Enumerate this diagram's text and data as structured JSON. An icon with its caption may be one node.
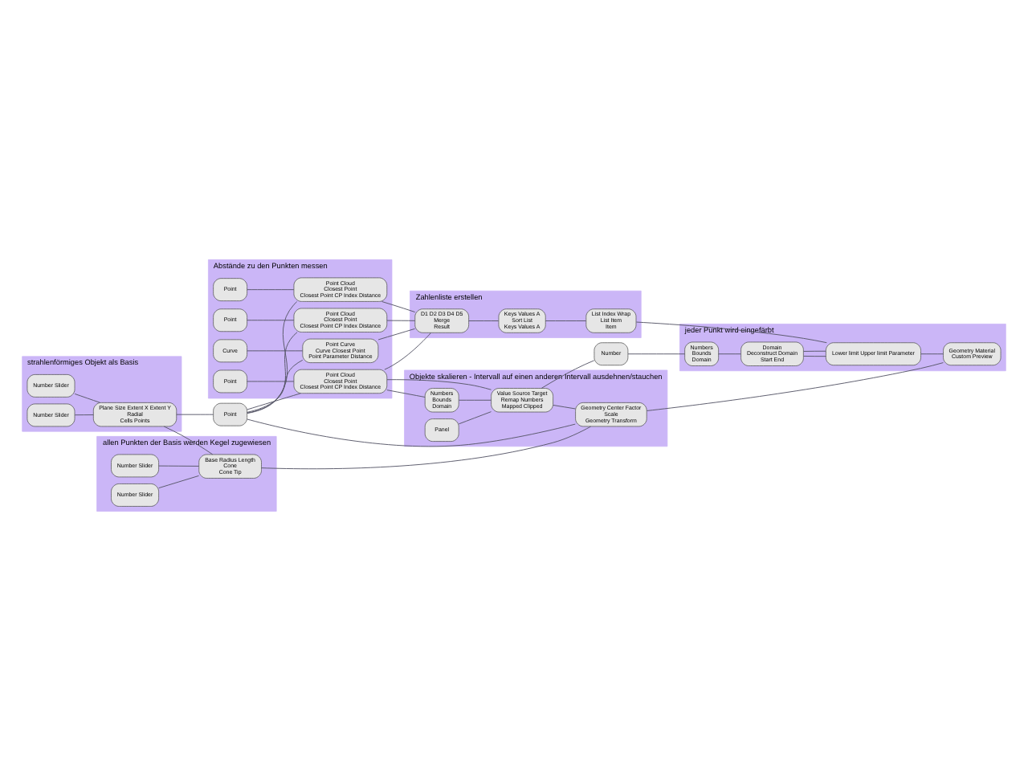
{
  "diagram": {
    "nodes": [
      {
        "text": [
          "allen Punkten der Basis werden Kegel zugewiesen"
        ]
      },
      {
        "text": [
          "Number Slider"
        ],
        "in": 0
      },
      {
        "text": [
          "Number Slider"
        ],
        "in": 0
      },
      {
        "text": [
          "Base Radius Length",
          "Cone",
          "Cone Tip"
        ],
        "in": 0
      },
      {
        "text": [
          "strahlenförmiges Objekt als Basis"
        ]
      },
      {
        "text": [
          "Number Slider"
        ],
        "in": 4
      },
      {
        "text": [
          "Number Slider"
        ],
        "in": 4
      },
      {
        "text": [
          "Plane Size Extent X Extent Y",
          "Radial",
          "Cells Points"
        ],
        "in": 4
      },
      {
        "text": [
          "Point"
        ]
      },
      {
        "text": [
          "Abstände zu den Punkten messen"
        ]
      },
      {
        "text": [
          "Point Cloud",
          "Closest Point",
          "Closest Point CP Index Distance"
        ],
        "in": 9
      },
      {
        "text": [
          "Point"
        ],
        "in": 9
      },
      {
        "text": [
          "Point Cloud",
          "Closest Point",
          "Closest Point CP Index Distance"
        ],
        "in": 9
      },
      {
        "text": [
          "Point"
        ],
        "in": 9
      },
      {
        "text": [
          "Point Cloud",
          "Closest Point",
          "Closest Point CP Index Distance"
        ],
        "in": 9
      },
      {
        "text": [
          "Point"
        ],
        "in": 9
      },
      {
        "text": [
          "Point Curve",
          "Curve Closest Point",
          "Point Parameter Distance"
        ],
        "in": 9
      },
      {
        "text": [
          "Curve"
        ],
        "in": 9
      },
      {
        "text": [
          "Objekte skalieren - Intervall auf einen anderen Intervall ausdehnen/stauchen"
        ]
      },
      {
        "text": [
          "Geometry Center Factor",
          "Scale",
          "Geometry Transform"
        ],
        "in": 18
      },
      {
        "text": [
          "Numbers",
          "Bounds",
          "Domain"
        ],
        "in": 18
      },
      {
        "text": [
          "Value Source Target",
          "Remap Numbers",
          "Mapped Clipped"
        ],
        "in": 18
      },
      {
        "text": [
          "Panel"
        ],
        "in": 18
      },
      {
        "text": [
          "Zahlenliste erstellen"
        ]
      },
      {
        "text": [
          "D1 D2 D3 D4 D5",
          "Merge",
          "Result"
        ],
        "in": 23
      },
      {
        "text": [
          "Keys Values A",
          "Sort List",
          "Keys Values A"
        ],
        "in": 23
      },
      {
        "text": [
          "List Index Wrap",
          "List Item",
          "Item"
        ],
        "in": 23
      },
      {
        "text": [
          "jeder Punkt wird eingefärbt"
        ]
      },
      {
        "text": [
          "Number"
        ]
      },
      {
        "text": [
          "Numbers",
          "Bounds",
          "Domain"
        ],
        "in": 27
      },
      {
        "text": [
          "Domain",
          "Deconstruct Domain",
          "Start End"
        ],
        "in": 27
      },
      {
        "text": [
          "Lower limit Upper limit Parameter"
        ],
        "in": 27
      },
      {
        "text": [
          "Geometry Material",
          "Custom Preview"
        ],
        "in": 27
      }
    ],
    "edges": [
      {
        "from": 1,
        "to": 3,
        "arrow": "none"
      },
      {
        "from": 2,
        "to": 3,
        "arrow": "none"
      },
      {
        "from": 5,
        "to": 7,
        "arrow": "none"
      },
      {
        "from": 6,
        "to": 7,
        "arrow": "none"
      },
      {
        "from": 7,
        "to": 3,
        "arrow": "none"
      },
      {
        "from": 7,
        "to": 8,
        "arrow": "none"
      },
      {
        "from": 8,
        "to": 10,
        "arrow": "none"
      },
      {
        "from": 8,
        "to": 12,
        "arrow": "none"
      },
      {
        "from": 8,
        "to": 14,
        "arrow": "none"
      },
      {
        "from": 8,
        "to": 16,
        "arrow": "none"
      },
      {
        "from": 11,
        "to": 10,
        "arrow": "none"
      },
      {
        "from": 13,
        "to": 12,
        "arrow": "none"
      },
      {
        "from": 15,
        "to": 14,
        "arrow": "none"
      },
      {
        "from": 17,
        "to": 16,
        "arrow": "none"
      },
      {
        "from": 3,
        "to": 19,
        "arrow": "none"
      },
      {
        "from": 8,
        "to": 19,
        "arrow": "none"
      },
      {
        "from": 10,
        "to": 20,
        "arrow": "none"
      },
      {
        "from": 10,
        "to": 21,
        "arrow": "none"
      },
      {
        "from": 20,
        "to": 21,
        "arrow": "none"
      },
      {
        "from": 22,
        "to": 21,
        "arrow": "none"
      },
      {
        "from": 21,
        "to": 19,
        "arrow": "none"
      },
      {
        "from": 10,
        "to": 24,
        "arrow": "none"
      },
      {
        "from": 12,
        "to": 24,
        "arrow": "none"
      },
      {
        "from": 14,
        "to": 24,
        "arrow": "none"
      },
      {
        "from": 16,
        "to": 24,
        "arrow": "none"
      },
      {
        "from": 24,
        "to": 25,
        "arrow": "none"
      },
      {
        "from": 25,
        "to": 26,
        "arrow": "none"
      },
      {
        "from": 21,
        "to": 28,
        "arrow": "none"
      },
      {
        "from": 28,
        "to": 29,
        "arrow": "none"
      },
      {
        "from": 29,
        "to": 30,
        "arrow": "none"
      },
      {
        "from": 30,
        "to": 31,
        "arrow": "none"
      },
      {
        "from": 30,
        "to": 31,
        "arrow": "none"
      },
      {
        "from": 26,
        "to": 31,
        "arrow": "none"
      },
      {
        "from": 19,
        "to": 32,
        "arrow": "none"
      },
      {
        "from": 31,
        "to": 32,
        "arrow": "none"
      }
    ]
  }
}
